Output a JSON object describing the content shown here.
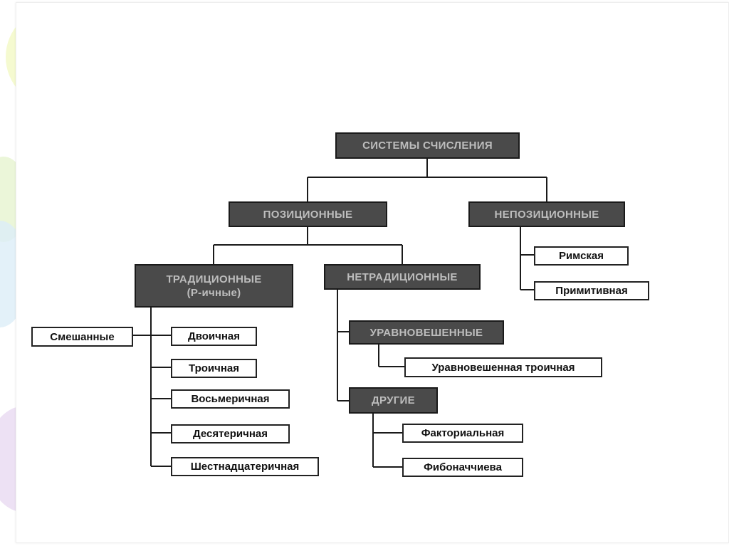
{
  "diagram": {
    "root": "СИСТЕМЫ СЧИСЛЕНИЯ",
    "positional": "ПОЗИЦИОННЫЕ",
    "nonpositional": "НЕПОЗИЦИОННЫЕ",
    "traditional": "ТРАДИЦИОННЫЕ",
    "traditional_sub": "(Р-ичные)",
    "nontraditional": "НЕТРАДИЦИОННЫЕ",
    "balanced": "УРАВНОВЕШЕННЫЕ",
    "other": "ДРУГИЕ",
    "mixed": "Смешанные",
    "traditional_children": [
      "Двоичная",
      "Троичная",
      "Восьмеричная",
      "Десятеричная",
      "Шестнадцатеричная"
    ],
    "nonpositional_children": [
      "Римская",
      "Примитивная"
    ],
    "balanced_children": [
      "Уравновешенная троичная"
    ],
    "other_children": [
      "Факториальная",
      "Фибоначчиева"
    ]
  },
  "colors": {
    "dark_node_fill": "#4a4a4a",
    "dark_node_text": "#bdbdbd",
    "light_node_fill": "#ffffff",
    "line": "#1a1a1a"
  }
}
